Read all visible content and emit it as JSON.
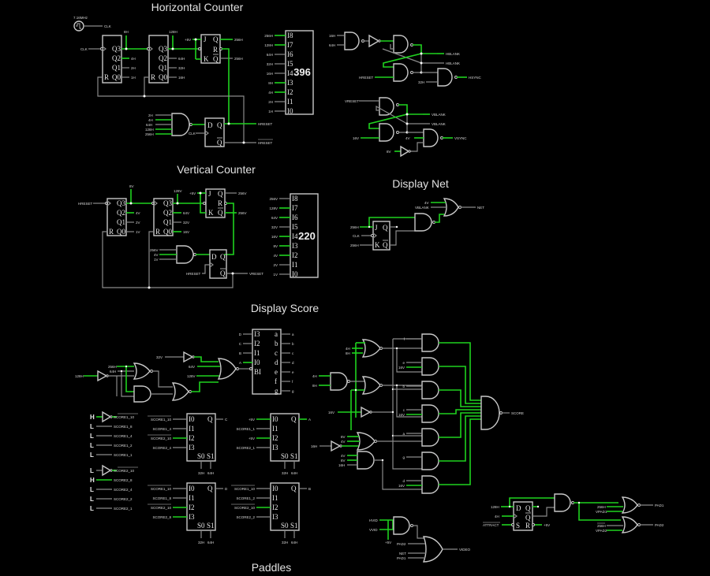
{
  "titles": {
    "horizontal_counter": "Horizontal Counter",
    "vertical_counter": "Vertical Counter",
    "display_net": "Display Net",
    "display_score": "Display Score",
    "paddles": "Paddles"
  },
  "clock": {
    "freq": "7.16MHz",
    "out": "CLK"
  },
  "hcounter": {
    "clk_in": "CLK",
    "tap_8h": "8H",
    "tap_128h": "128H",
    "plus5v": "+5V",
    "q_outs_1": [
      "4H",
      "2H",
      "1H"
    ],
    "q_outs_2": [
      "64H",
      "32H",
      "16H"
    ],
    "jk_q": "256H",
    "jk_qbar": "256H",
    "and_inputs": [
      "2H",
      "4H",
      "64H",
      "128H",
      "256H"
    ],
    "d_clk": "CLK",
    "hreset": "HRESET",
    "hreset_bar": "HRESET",
    "comparator_inputs": [
      "256H",
      "128H",
      "64H",
      "32H",
      "16H",
      "8H",
      "4H",
      "2H",
      "1H"
    ],
    "comparator_value": "396"
  },
  "hsync": {
    "in1": "16H",
    "in2": "64H",
    "hblank": "HBLANK",
    "hblank_bar": "HBLANK",
    "hreset": "HRESET",
    "h32": "32H",
    "hsync": "HSYNC"
  },
  "vsync": {
    "vreset": "VRESET",
    "vblank": "VBLANK",
    "vblank_bar": "VBLANK",
    "v16": "16V",
    "v4": "4V",
    "v8": "8V",
    "vsync": "VSYNC"
  },
  "vcounter": {
    "clk_in": "HRESET",
    "tap_8v": "8V",
    "tap_128v": "128V",
    "plus5v": "+5V",
    "q_outs_1": [
      "4V",
      "2V",
      "1V"
    ],
    "q_outs_2": [
      "64V",
      "32V",
      "16V"
    ],
    "jk_q": "256V",
    "jk_qbar": "256V",
    "and_inputs": [
      "256V",
      "4V",
      "1V"
    ],
    "d_clk": "HRESET",
    "vreset": "VRESET",
    "comparator_inputs": [
      "256V",
      "128V",
      "64V",
      "32V",
      "16V",
      "8V",
      "4V",
      "2V",
      "1V"
    ],
    "comparator_value": "220"
  },
  "net": {
    "j_in": "256H",
    "clk": "CLK",
    "k_in": "256H",
    "v4": "4V",
    "vblank": "VBLANK",
    "out": "NET"
  },
  "score_decoder": {
    "inputs": [
      "D",
      "C",
      "B",
      "A"
    ],
    "in_pins": [
      "I3",
      "I2",
      "I1",
      "I0",
      "BI"
    ],
    "out_pins": [
      "a",
      "b",
      "c",
      "d",
      "e",
      "f",
      "g"
    ],
    "outputs": [
      "a",
      "b",
      "c",
      "d",
      "e",
      "f",
      "g"
    ],
    "h128": "128H",
    "h256": "256H",
    "h64": "64H",
    "v32": "32V",
    "v64": "64V",
    "v128": "128V"
  },
  "score_switches": [
    {
      "level": "H",
      "name": "SCORE1_10",
      "inverted": true
    },
    {
      "level": "L",
      "name": "SCORE1_8"
    },
    {
      "level": "L",
      "name": "SCORE1_4"
    },
    {
      "level": "L",
      "name": "SCORE1_2"
    },
    {
      "level": "L",
      "name": "SCORE1_1"
    },
    {
      "level": "L",
      "name": "SCORE2_10",
      "inverted": true
    },
    {
      "level": "H",
      "name": "SCORE2_8"
    },
    {
      "level": "L",
      "name": "SCORE2_4"
    },
    {
      "level": "L",
      "name": "SCORE2_2"
    },
    {
      "level": "L",
      "name": "SCORE2_1"
    }
  ],
  "muxes": [
    {
      "inputs": [
        "SCORE1_10",
        "SCORE1_4",
        "SCORE2_10",
        "SCORE2_4"
      ],
      "out": "C",
      "sel": [
        "32H",
        "64H"
      ]
    },
    {
      "inputs": [
        "+5V",
        "SCORE1_1",
        "+5V",
        "SCORE2_1"
      ],
      "out": "A",
      "sel": [
        "32H",
        "64H"
      ]
    },
    {
      "inputs": [
        "SCORE1_10",
        "SCORE1_8",
        "SCORE2_10",
        "SCORE2_8"
      ],
      "out": "D",
      "sel": [
        "32H",
        "64H"
      ]
    },
    {
      "inputs": [
        "SCORE1_10",
        "SCORE1_2",
        "SCORE2_10",
        "SCORE2_2"
      ],
      "out": "B",
      "sel": [
        "32H",
        "64H"
      ]
    }
  ],
  "mux_pins": {
    "in": [
      "I0",
      "I1",
      "I2",
      "I3"
    ],
    "q": "Q",
    "sel": [
      "S0",
      "S1"
    ]
  },
  "segments": {
    "h4": "4H",
    "h8": "8H",
    "v16": "16V",
    "h16": "16H",
    "v8": "8V",
    "v4": "4V",
    "seg_labels": [
      "f",
      "e",
      "b",
      "c",
      "a",
      "g",
      "d"
    ],
    "out": "SCORE"
  },
  "paddle": {
    "h128": "128H",
    "h4": "4H",
    "attract": "ATTRACT",
    "plus5v": "+5V",
    "h256a": "256H",
    "vpad1": "VPAD1",
    "pad1": "PAD1",
    "h256b": "256H",
    "vpad2": "VPAD2",
    "pad2": "PAD2"
  },
  "video": {
    "hvid": "HVID",
    "vvid": "VVID",
    "plus5v": "+5V",
    "pad2": "PAD2",
    "net": "NET",
    "pad1": "PAD1",
    "out": "VIDEO"
  },
  "ff_pins": {
    "q3": "Q3",
    "q2": "Q2",
    "q1": "Q1",
    "q0": "Q0",
    "r": "R",
    "j": "J",
    "k": "K",
    "q": "Q",
    "d": "D",
    "s": "S"
  }
}
